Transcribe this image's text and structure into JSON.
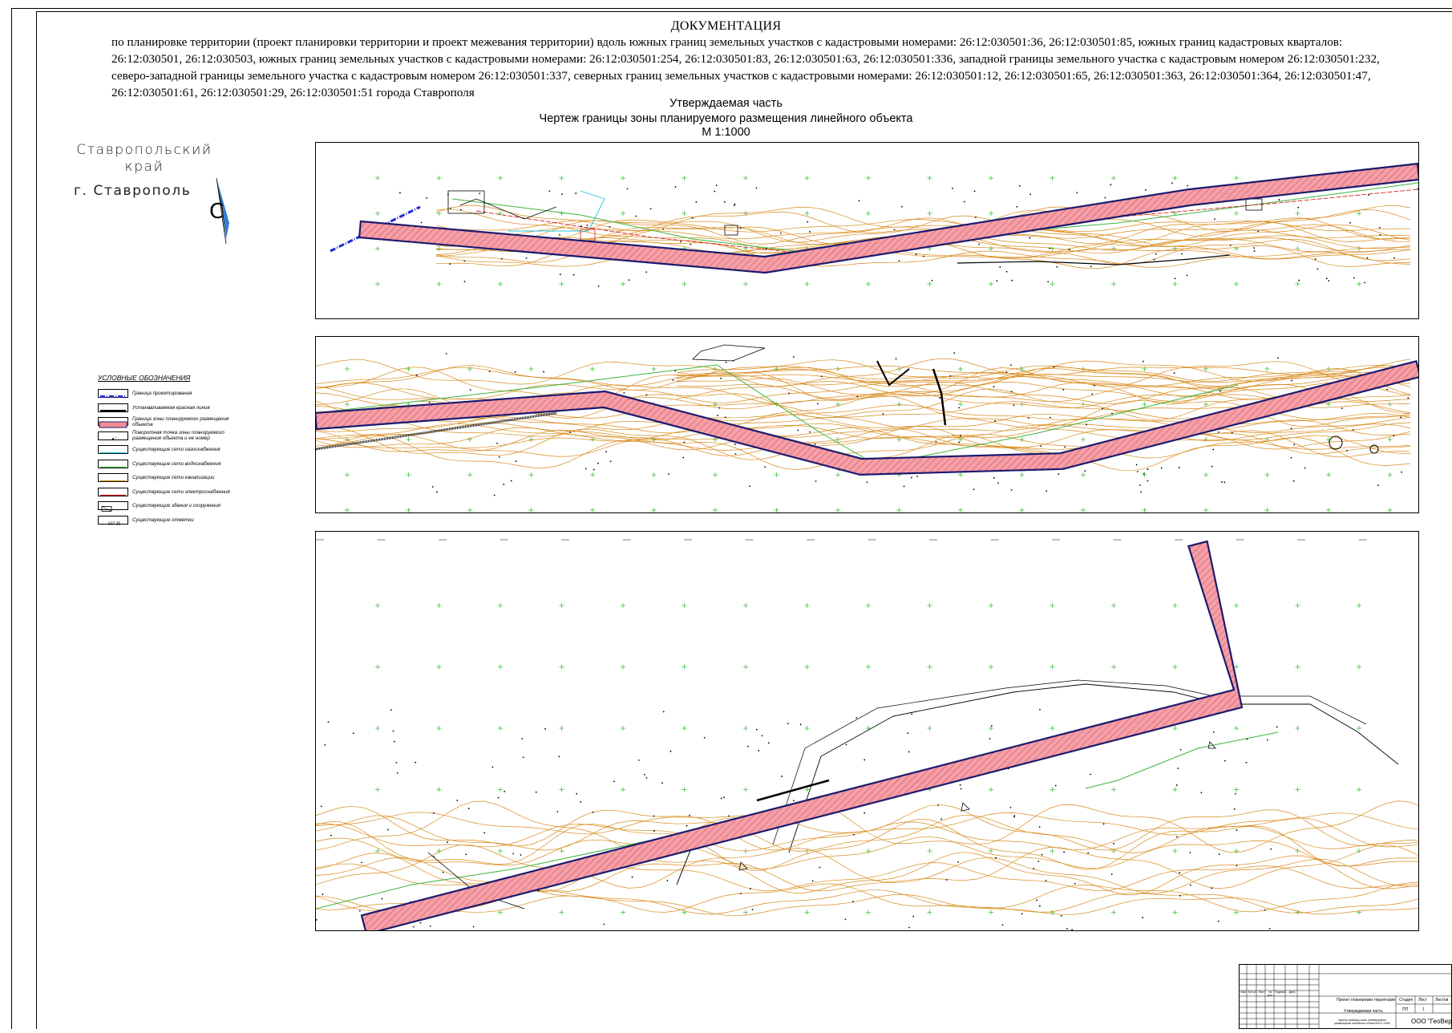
{
  "header": {
    "doc_title": "ДОКУМЕНТАЦИЯ",
    "doc_description": "по планировке территории (проект планировки территории и проект межевания территории) вдоль южных границ земельных участков с кадастровыми номерами: 26:12:030501:36, 26:12:030501:85, южных границ кадастровых кварталов: 26:12:030501, 26:12:030503, южных границ земельных участков с кадастровыми номерами: 26:12:030501:254, 26:12:030501:83, 26:12:030501:63, 26:12:030501:336, западной границы земельного участка с кадастровым номером 26:12:030501:232, северо-западной границы земельного участка с кадастровым номером 26:12:030501:337, северных границ земельных участков с кадастровыми номерами: 26:12:030501:12, 26:12:030501:65, 26:12:030501:363, 26:12:030501:364, 26:12:030501:47, 26:12:030501:61, 26:12:030501:29, 26:12:030501:51 города Ставрополя",
    "approved_part": "Утверждаемая часть",
    "drawing_title": "Чертеж границы зоны планируемого размещения линейного объекта",
    "scale": "М 1:1000"
  },
  "location": {
    "region": "Ставропольский край",
    "city": "г. Ставрополь"
  },
  "legend": {
    "title": "УСЛОВНЫЕ ОБОЗНАЧЕНИЯ",
    "items": [
      {
        "label": "Граница проектирования",
        "symbol": "design-boundary",
        "color": "#1f2bd6"
      },
      {
        "label": "Устанавливаемая красная линия",
        "symbol": "red-line",
        "color": "#000000"
      },
      {
        "label": "Граница зоны планируемого размещения объекта",
        "symbol": "planned-zone",
        "color": "#e85a6a"
      },
      {
        "label": "Поворотная точка зоны планируемого размещения объекта и ее номер",
        "symbol": "turn-point",
        "color": "#000000"
      },
      {
        "label": "Существующие сети газоснабжения",
        "symbol": "gas-network",
        "color": "#22c3d8"
      },
      {
        "label": "Существующие сети водоснабжения",
        "symbol": "water-network",
        "color": "#3cb43c"
      },
      {
        "label": "Существующие сети канализации",
        "symbol": "sewer-network",
        "color": "#c8962a"
      },
      {
        "label": "Существующие сети электроснабжения",
        "symbol": "power-network",
        "color": "#d62020"
      },
      {
        "label": "Существующие здания и сооружения",
        "symbol": "buildings",
        "color": "#000000"
      },
      {
        "label": "Существующие отметки",
        "symbol": "elevations",
        "color": "#000000"
      }
    ]
  },
  "colors": {
    "zone_fill": "#f3a0a8",
    "zone_hatch": "#d9303f",
    "zone_outline": "#1c1a6e",
    "grid_cross": "#3dc43d",
    "contour": "#d88a1c"
  },
  "stamp": {
    "org": "ООО \"ГеоВертикаль\"",
    "cells": [
      "Изм.",
      "Кол.уч",
      "Лист",
      "№ док.",
      "Подпись",
      "Дата"
    ],
    "project": "Проект планировки территории",
    "part": "Утверждаемая часть",
    "sheet_title": "Чертеж границы зоны планируемого размещения линейного объекта М 1:1000",
    "stage_label": "Стадия",
    "sheet_label": "Лист",
    "sheets_label": "Листов",
    "stage": "ПП",
    "sheet": "1"
  }
}
